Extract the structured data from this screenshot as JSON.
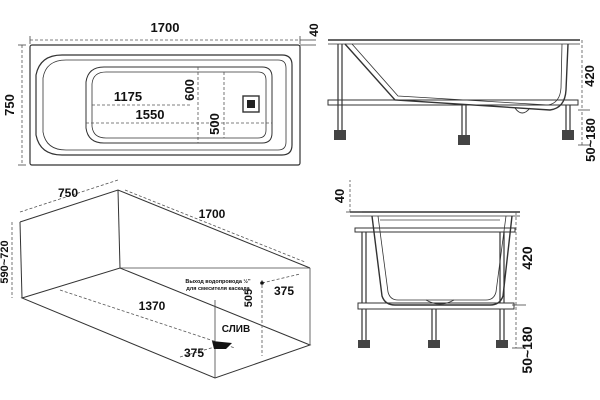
{
  "top_view": {
    "length": "1700",
    "width": "750",
    "inner_top_length": "1175",
    "inner_bottom_length": "1550",
    "inner_width": "600",
    "inner_bottom_width": "500",
    "rim": "40"
  },
  "side_view": {
    "height": "420",
    "legs": "50~180"
  },
  "niche_view": {
    "depth": "750",
    "length": "1700",
    "height": "590~720",
    "drain_distance": "1370",
    "drain_offset": "375",
    "overflow_offset": "375",
    "overflow_height": "505",
    "drain_label": "СЛИВ",
    "overflow_note_line1": "Выход водопровода ½\"",
    "overflow_note_line2": "для смесителя каскада"
  },
  "end_view": {
    "rim": "40",
    "height": "420",
    "legs": "50~180"
  }
}
